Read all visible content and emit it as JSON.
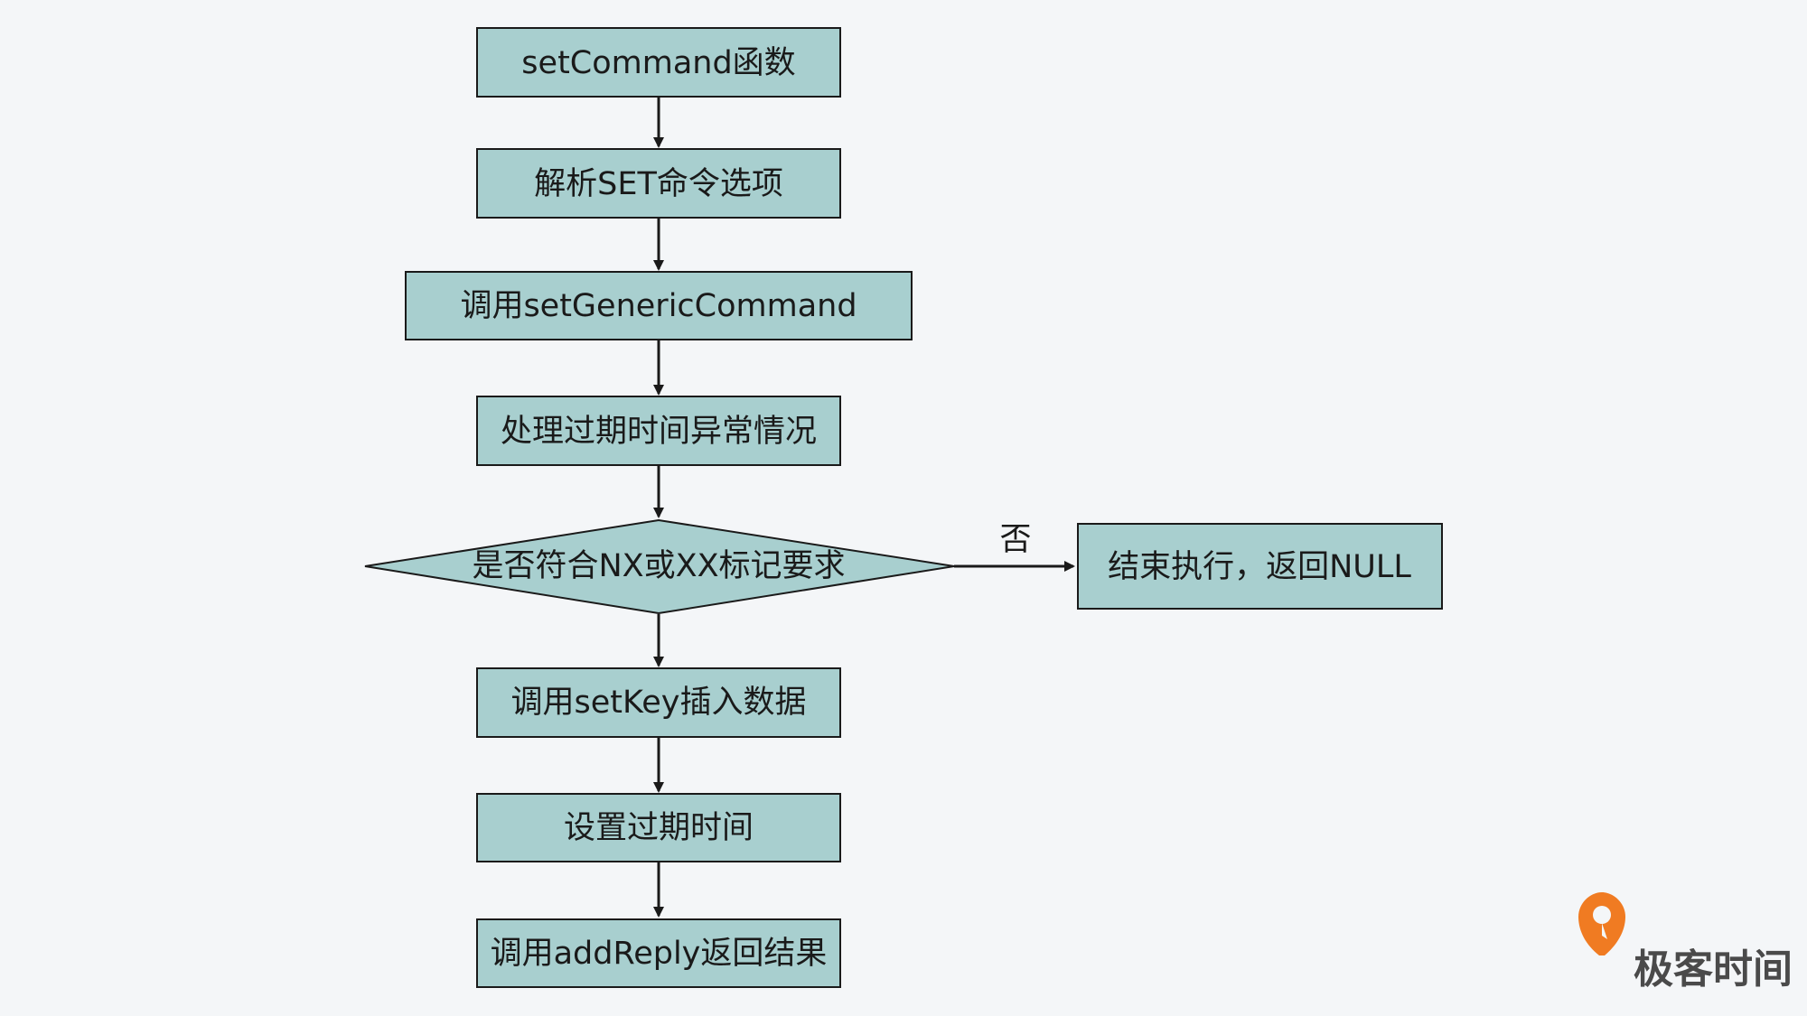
{
  "diagram": {
    "nodes": {
      "set_command": "setCommand函数",
      "parse_options": "解析SET命令选项",
      "call_generic": "调用setGenericCommand",
      "handle_expire": "处理过期时间异常情况",
      "check_nx_xx": "是否符合NX或XX标记要求",
      "end_return_null": "结束执行，返回NULL",
      "call_setkey": "调用setKey插入数据",
      "set_expire": "设置过期时间",
      "call_addreply": "调用addReply返回结果"
    },
    "edge_labels": {
      "no": "否"
    },
    "colors": {
      "node_fill": "#a8cfcf",
      "stroke": "#1a1a1a",
      "background": "#f4f6f8"
    }
  },
  "logo": {
    "text": "极客时间",
    "icon": "geektime-logo-icon",
    "accent": "#f07b22"
  }
}
